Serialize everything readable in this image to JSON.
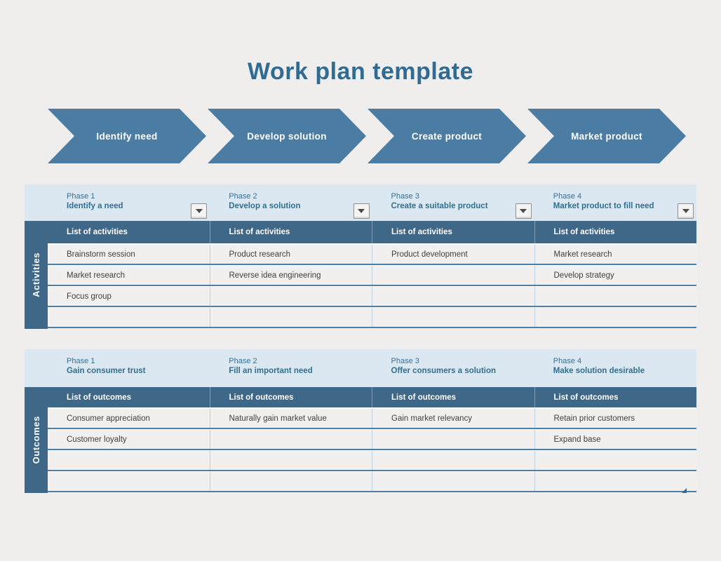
{
  "page": {
    "title": "Work plan template"
  },
  "colors": {
    "accent_blue": "#4b7da4",
    "dark_header_blue": "#3f6787",
    "light_header_blue": "#dbe7f1",
    "title_blue": "#2f6b92",
    "row_background": "#f1f0ee",
    "row_divider_blue": "#4e7ea3",
    "page_background": "#efeeec"
  },
  "process_arrows": [
    {
      "label": "Identify need"
    },
    {
      "label": "Develop solution"
    },
    {
      "label": "Create product"
    },
    {
      "label": "Market product"
    }
  ],
  "activities": {
    "side_label": "Activities",
    "list_header": "List of activities",
    "phases": [
      {
        "phase": "Phase 1",
        "subtitle": "Identify a need"
      },
      {
        "phase": "Phase 2",
        "subtitle": "Develop a solution"
      },
      {
        "phase": "Phase 3",
        "subtitle": "Create a suitable product"
      },
      {
        "phase": "Phase 4",
        "subtitle": "Market product to fill need"
      }
    ],
    "rows": [
      [
        "Brainstorm session",
        "Product research",
        "Product development",
        "Market research"
      ],
      [
        "Market research",
        "Reverse idea engineering",
        "",
        "Develop strategy"
      ],
      [
        "Focus group",
        "",
        "",
        ""
      ],
      [
        "",
        "",
        "",
        ""
      ]
    ]
  },
  "outcomes": {
    "side_label": "Outcomes",
    "list_header": "List of outcomes",
    "phases": [
      {
        "phase": "Phase 1",
        "subtitle": "Gain consumer trust"
      },
      {
        "phase": "Phase 2",
        "subtitle": "Fill an important need"
      },
      {
        "phase": "Phase 3",
        "subtitle": "Offer consumers a solution"
      },
      {
        "phase": "Phase 4",
        "subtitle": "Make solution desirable"
      }
    ],
    "rows": [
      [
        "Consumer appreciation",
        "Naturally gain market value",
        "Gain market relevancy",
        "Retain prior customers"
      ],
      [
        "Customer loyalty",
        "",
        "",
        "Expand base"
      ],
      [
        "",
        "",
        "",
        ""
      ],
      [
        "",
        "",
        "",
        ""
      ]
    ]
  }
}
